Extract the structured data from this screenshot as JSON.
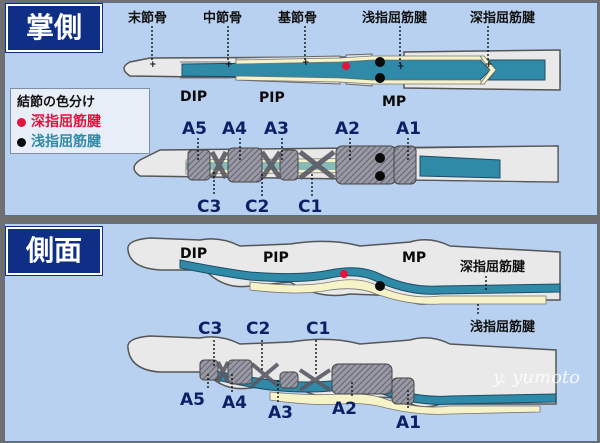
{
  "title_palmar": "掌側",
  "title_lateral": "側面",
  "bones": {
    "distal": "末節骨",
    "middle": "中節骨",
    "proximal": "基節骨"
  },
  "joints": {
    "dip": "DIP",
    "pip": "PIP",
    "mp": "MP"
  },
  "tendons": {
    "deep": "深指屈筋腱",
    "superficial": "浅指屈筋腱"
  },
  "legend": {
    "title": "結節の色分け",
    "deep": "深指屈筋腱",
    "superficial": "浅指屈筋腱",
    "deep_color": "#e0143c",
    "superficial_color": "#0a0a0a"
  },
  "pulleys": {
    "a1": "A1",
    "a2": "A2",
    "a3": "A3",
    "a4": "A4",
    "a5": "A5",
    "c1": "C1",
    "c2": "C2",
    "c3": "C3"
  },
  "watermark": "y. yumoto",
  "colors": {
    "deep_tendon": "#2f8aa8",
    "superficial_tendon": "#f6f3c8",
    "bone": "#e9e9ea",
    "panel": "#b9d1f0",
    "badge": "#0f2e86"
  }
}
